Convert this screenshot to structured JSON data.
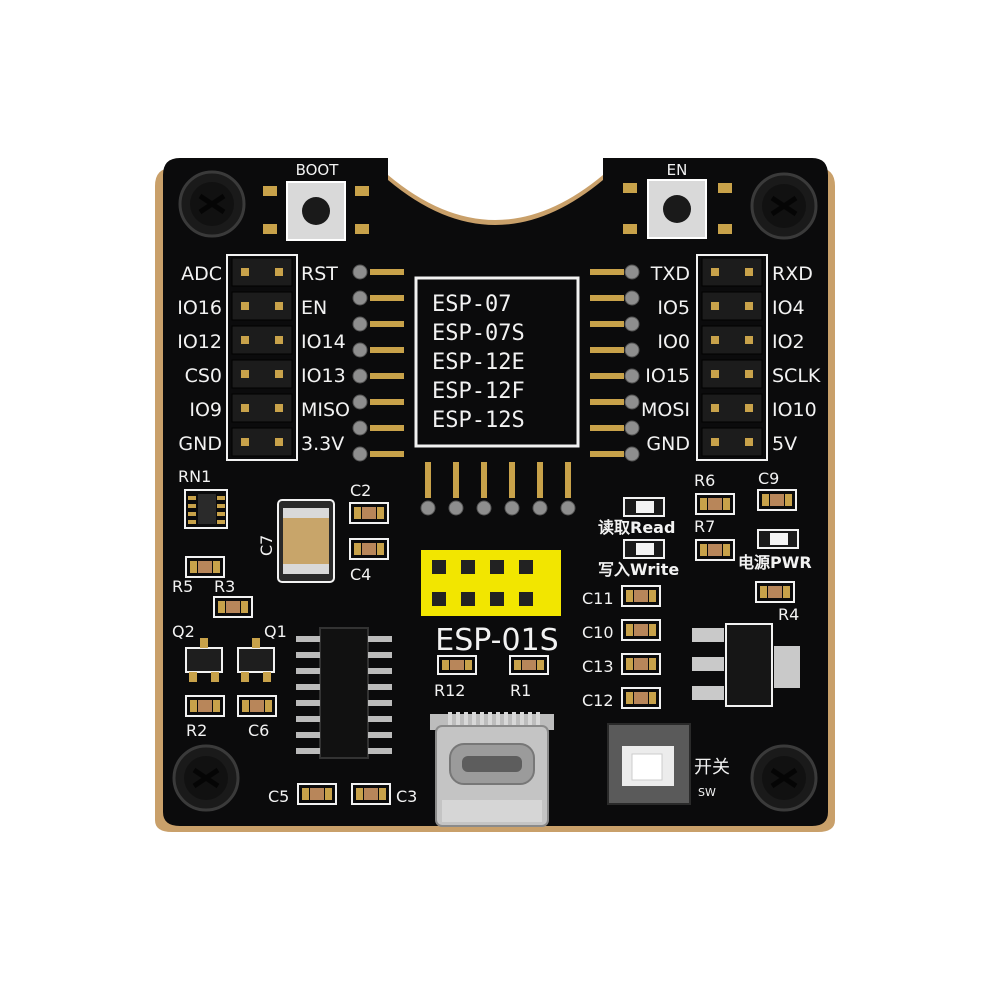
{
  "board": {
    "buttons": {
      "boot": "BOOT",
      "en": "EN"
    },
    "module_box": [
      "ESP-07",
      "ESP-07S",
      "ESP-12E",
      "ESP-12F",
      "ESP-12S"
    ],
    "header_left_outer": [
      "ADC",
      "IO16",
      "IO12",
      "CS0",
      "IO9",
      "GND"
    ],
    "header_left_inner": [
      "RST",
      "EN",
      "IO14",
      "IO13",
      "MISO",
      "3.3V"
    ],
    "header_right_inner": [
      "TXD",
      "IO5",
      "IO0",
      "IO15",
      "MOSI",
      "GND"
    ],
    "header_right_outer": [
      "RXD",
      "IO4",
      "IO2",
      "SCLK",
      "IO10",
      "5V"
    ],
    "esp01s_label": "ESP-01S",
    "refs": {
      "rn1": "RN1",
      "c7": "C7",
      "c2": "C2",
      "c4": "C4",
      "r5": "R5",
      "r3": "R3",
      "q2": "Q2",
      "q1": "Q1",
      "r2": "R2",
      "c6": "C6",
      "c5": "C5",
      "c3": "C3",
      "r12": "R12",
      "r1": "R1",
      "c11": "C11",
      "c10": "C10",
      "c13": "C13",
      "c12": "C12",
      "r6": "R6",
      "c9": "C9",
      "r7": "R7",
      "r4": "R4"
    },
    "led_labels": {
      "read": "读取Read",
      "write": "写入Write",
      "pwr": "电源PWR"
    },
    "switch": {
      "label_cn": "开关",
      "label_en": "SW"
    }
  },
  "colors": {
    "pcb": "#0b0b0c",
    "silk": "#f2f2f2",
    "gold": "#c8a24a",
    "yellow": "#f2e600",
    "edge": "#c9a06a"
  }
}
